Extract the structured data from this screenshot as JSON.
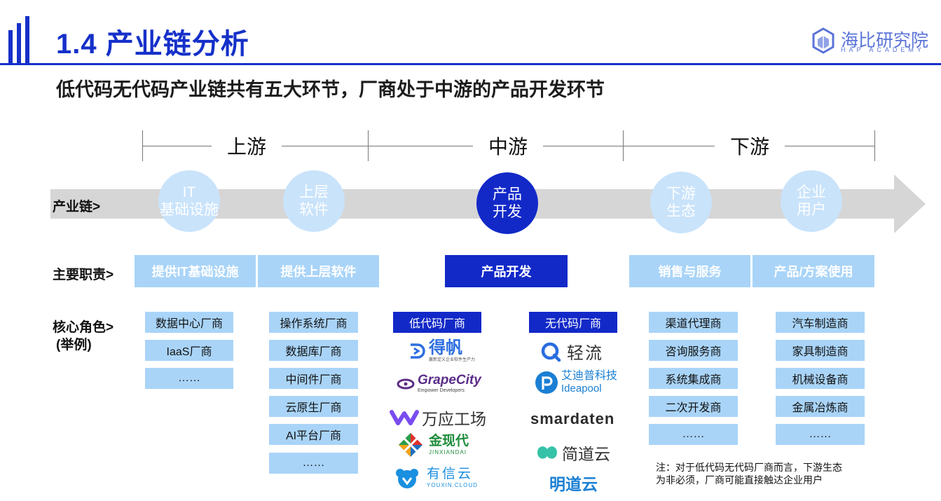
{
  "header": {
    "title": "1.4 产业链分析",
    "subtitle": "低代码无代码产业链共有五大环节，厂商处于中游的产品开发环节",
    "logo_cn": "海比研究院",
    "logo_en": "HAP ACADEMY"
  },
  "stages": {
    "upstream": "上游",
    "midstream": "中游",
    "downstream": "下游"
  },
  "row_labels": {
    "chain": "产业链>",
    "duty": "主要职责>",
    "roles": "核心角色>",
    "roles_sub": "(举例)"
  },
  "chain": [
    {
      "line1": "IT",
      "line2": "基础设施"
    },
    {
      "line1": "上层",
      "line2": "软件"
    },
    {
      "line1": "产品",
      "line2": "开发"
    },
    {
      "line1": "下游",
      "line2": "生态"
    },
    {
      "line1": "企业",
      "line2": "用户"
    }
  ],
  "duties": [
    "提供IT基础设施",
    "提供上层软件",
    "产品开发",
    "销售与服务",
    "产品/方案使用"
  ],
  "roles": {
    "it_infra": [
      "数据中心厂商",
      "IaaS厂商",
      "……"
    ],
    "software": [
      "操作系统厂商",
      "数据库厂商",
      "中间件厂商",
      "云原生厂商",
      "AI平台厂商",
      "……"
    ],
    "sales": [
      "渠道代理商",
      "咨询服务商",
      "系统集成商",
      "二次开发商",
      "……"
    ],
    "users": [
      "汽车制造商",
      "家具制造商",
      "机械设备商",
      "金属冶炼商",
      "……"
    ]
  },
  "lowcode": {
    "label": "低代码厂商",
    "vendors": [
      {
        "name": "得帆",
        "tagline": "赢新定义企业软件生产力"
      },
      {
        "name": "GrapeCity",
        "tagline": "Empower Developers"
      },
      {
        "name": "万应工场"
      },
      {
        "name": "金现代",
        "tagline": "JINXIANDAI"
      },
      {
        "name": "有信云",
        "tagline": "YOUXIN.CLOUD"
      }
    ]
  },
  "nocode": {
    "label": "无代码厂商",
    "vendors": [
      {
        "name": "轻流"
      },
      {
        "name": "艾迪普科技",
        "tagline": "Ideapool"
      },
      {
        "name": "smardaten"
      },
      {
        "name": "简道云"
      },
      {
        "name": "明道云"
      }
    ]
  },
  "note": {
    "line1": "注：对于低代码无代码厂商而言，下游生态",
    "line2": "为非必须，厂商可能直接触达企业用户"
  },
  "colors": {
    "primary": "#1229c8",
    "light_box": "#a9d4f8",
    "circle_light": "#c9e3fb",
    "arrow": "#d6d6d6"
  }
}
